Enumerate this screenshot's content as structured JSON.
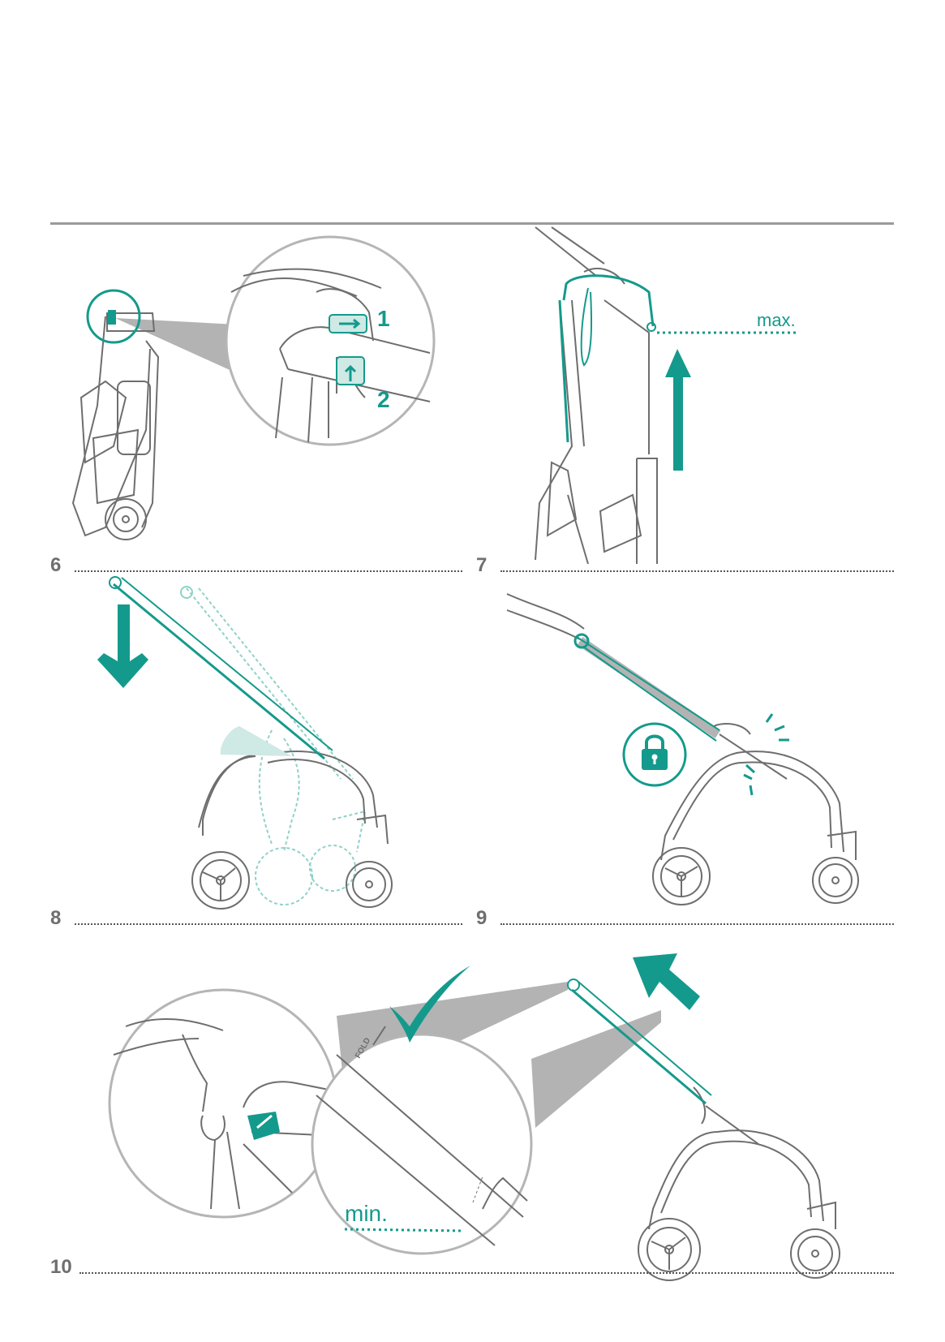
{
  "steps": [
    {
      "number": "6",
      "callouts": [
        "1",
        "2"
      ]
    },
    {
      "number": "7",
      "marker_label": "max."
    },
    {
      "number": "8"
    },
    {
      "number": "9",
      "icon": "lock-icon"
    },
    {
      "number": "10",
      "marker_label": "min.",
      "band_label": "FOLD",
      "icon": "checkmark-icon"
    }
  ],
  "colors": {
    "accent": "#149a8c",
    "line": "#6e6e6e",
    "light_teal": "#cfe9e5",
    "gray_fill": "#b3b3b3"
  }
}
